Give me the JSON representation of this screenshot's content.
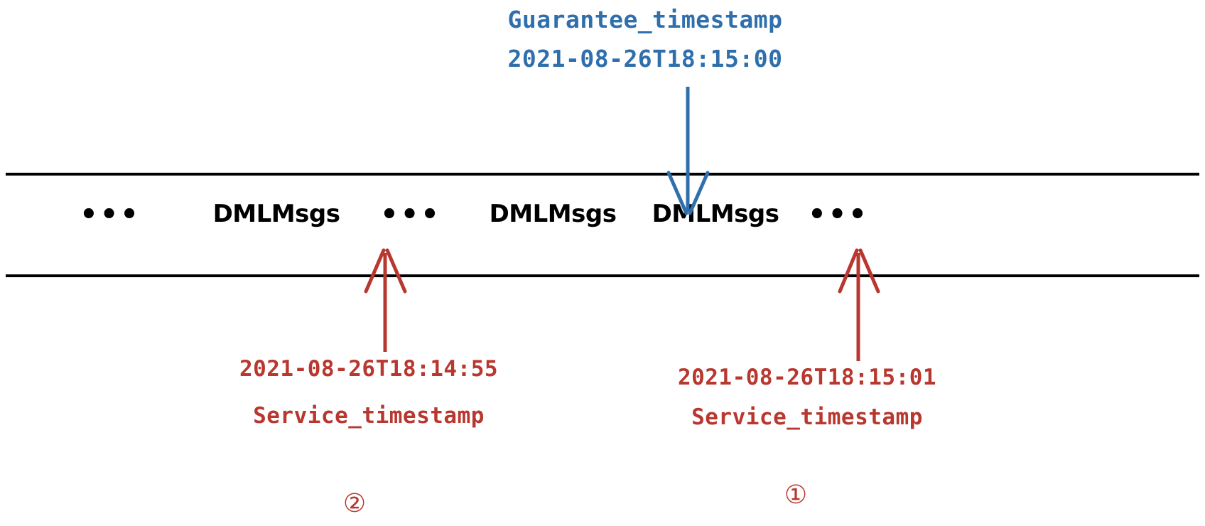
{
  "diagram": {
    "title": "Guarantee timestamp vs Service timestamp over a DML message stream",
    "colors": {
      "guarantee_blue": "#2f6fac",
      "service_red": "#b8372f",
      "rail_black": "#000000",
      "background": "#ffffff"
    },
    "guarantee": {
      "label": "Guarantee_timestamp",
      "value": "2021-08-26T18:15:00",
      "arrow_direction": "down"
    },
    "stream": {
      "items": [
        {
          "kind": "ellipsis",
          "text": "•••"
        },
        {
          "kind": "message",
          "text": "DMLMsgs"
        },
        {
          "kind": "ellipsis",
          "text": "•••"
        },
        {
          "kind": "message",
          "text": "DMLMsgs"
        },
        {
          "kind": "message",
          "text": "DMLMsgs"
        },
        {
          "kind": "ellipsis",
          "text": "•••"
        }
      ]
    },
    "service_marks": [
      {
        "id": "mark-2",
        "timestamp": "2021-08-26T18:14:55",
        "label": "Service_timestamp",
        "number": "②",
        "arrow_direction": "up"
      },
      {
        "id": "mark-1",
        "timestamp": "2021-08-26T18:15:01",
        "label": "Service_timestamp",
        "number": "①",
        "arrow_direction": "up"
      }
    ]
  }
}
